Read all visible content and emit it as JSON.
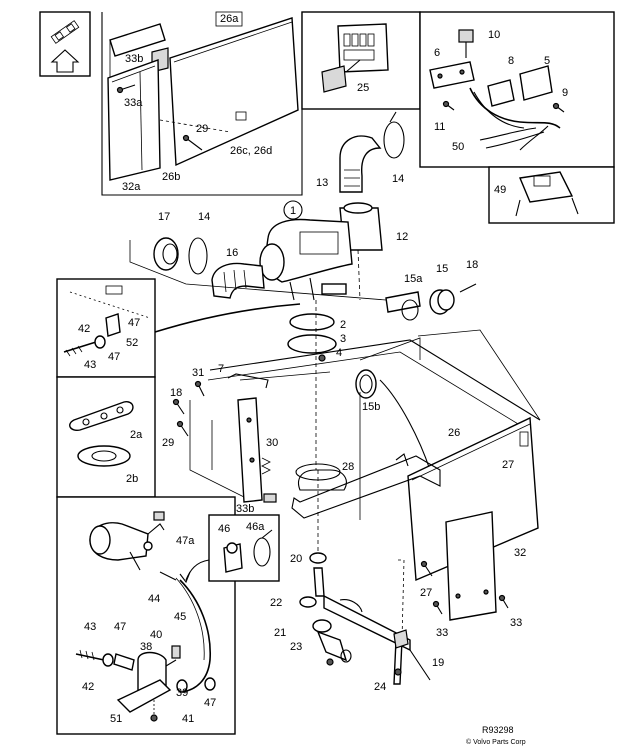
{
  "callouts": {
    "c1": "1",
    "c2": "2",
    "c2a": "2a",
    "c2b": "2b",
    "c3": "3",
    "c4": "4",
    "c5": "5",
    "c6": "6",
    "c7": "7",
    "c8": "8",
    "c9": "9",
    "c10": "10",
    "c11": "11",
    "c12": "12",
    "c13": "13",
    "c14a": "14",
    "c14b": "14",
    "c15": "15",
    "c15a": "15a",
    "c15b": "15b",
    "c16": "16",
    "c17": "17",
    "c18a": "18",
    "c18b": "18",
    "c19": "19",
    "c20": "20",
    "c21": "21",
    "c22": "22",
    "c23": "23",
    "c24": "24",
    "c25": "25",
    "c26": "26",
    "c26a": "26a",
    "c26b": "26b",
    "c26cd": "26c, 26d",
    "c27a": "27",
    "c27b": "27",
    "c28": "28",
    "c29a": "29",
    "c29b": "29",
    "c30": "30",
    "c31": "31",
    "c32": "32",
    "c32a": "32a",
    "c33a": "33",
    "c33b": "33",
    "c33a_lbl": "33a",
    "c33b_lbl": "33b",
    "c33b_low": "33b",
    "c38": "38",
    "c39": "39",
    "c40": "40",
    "c41": "41",
    "c42a": "42",
    "c42b": "42",
    "c43a": "43",
    "c43b": "43",
    "c44": "44",
    "c45": "45",
    "c46": "46",
    "c46a": "46a",
    "c47a": "47",
    "c47b": "47",
    "c47c": "47",
    "c47d": "47",
    "c47e": "47a",
    "c49": "49",
    "c50": "50",
    "c51": "51",
    "c52": "52"
  },
  "footer": {
    "ref": "R93298",
    "copyright": "© Volvo Parts Corp"
  },
  "icons": {
    "orientation": "forward-arrow-icon",
    "fuse_panel": "fuse-panel-icon",
    "control_unit": "control-unit-icon"
  }
}
